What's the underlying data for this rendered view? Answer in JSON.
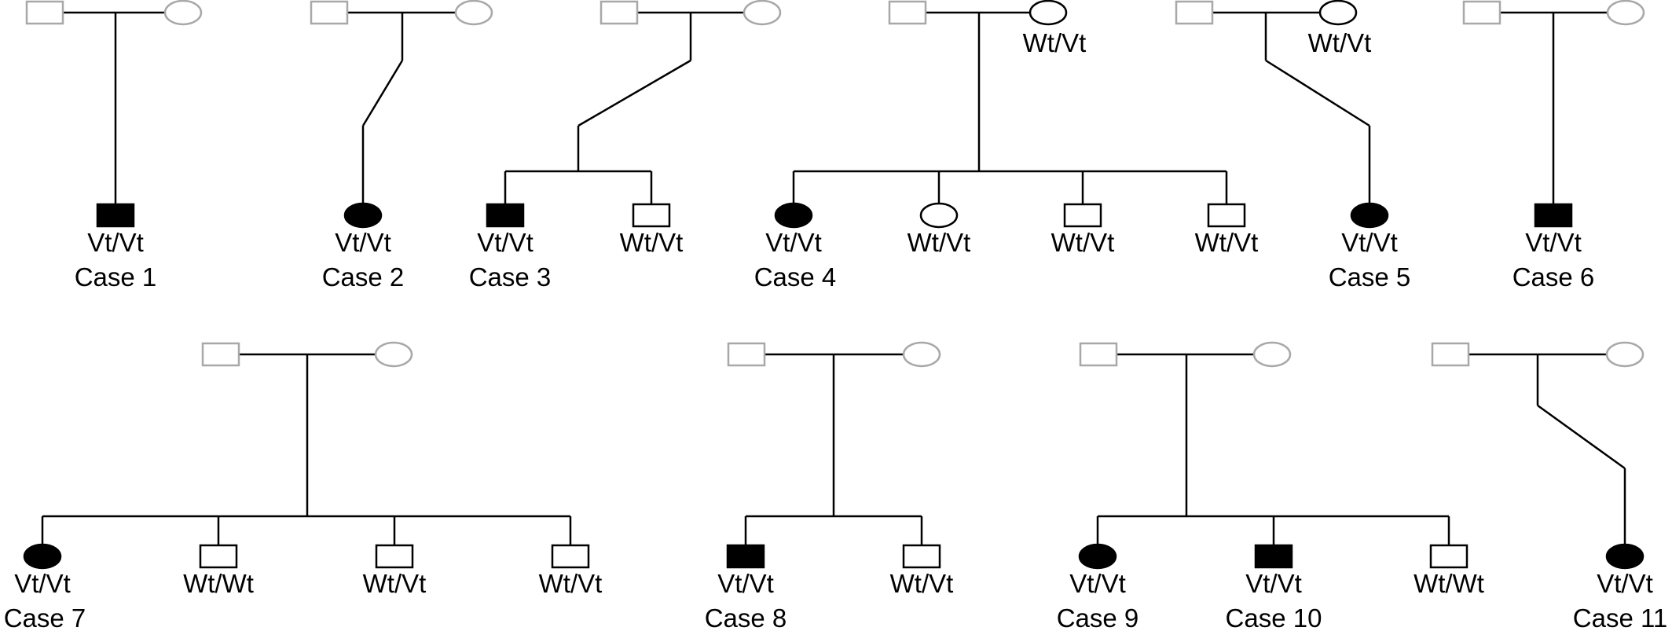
{
  "colors": {
    "affected": "#000000",
    "unaffected": "#ffffff",
    "founder_outline": "#a8a8a8",
    "line": "#000000"
  },
  "legend_note": "filled symbol = affected; grey outline = untested parent",
  "families": [
    {
      "case": "Case 1",
      "mother_genotype": "",
      "children": [
        {
          "sex": "male",
          "affected": true,
          "genotype": "Vt/Vt",
          "proband": true
        }
      ]
    },
    {
      "case": "Case 2",
      "mother_genotype": "",
      "children": [
        {
          "sex": "female",
          "affected": true,
          "genotype": "Vt/Vt",
          "proband": true
        }
      ]
    },
    {
      "case": "Case 3",
      "mother_genotype": "",
      "children": [
        {
          "sex": "male",
          "affected": true,
          "genotype": "Vt/Vt",
          "proband": true
        },
        {
          "sex": "male",
          "affected": false,
          "genotype": "Wt/Vt"
        }
      ]
    },
    {
      "case": "Case 4",
      "mother_genotype": "Wt/Vt",
      "children": [
        {
          "sex": "female",
          "affected": true,
          "genotype": "Vt/Vt",
          "proband": true
        },
        {
          "sex": "female",
          "affected": false,
          "genotype": "Wt/Vt"
        },
        {
          "sex": "male",
          "affected": false,
          "genotype": "Wt/Vt"
        },
        {
          "sex": "male",
          "affected": false,
          "genotype": "Wt/Vt"
        }
      ]
    },
    {
      "case": "Case 5",
      "mother_genotype": "Wt/Vt",
      "children": [
        {
          "sex": "female",
          "affected": true,
          "genotype": "Vt/Vt",
          "proband": true
        }
      ]
    },
    {
      "case": "Case 6",
      "mother_genotype": "",
      "children": [
        {
          "sex": "male",
          "affected": true,
          "genotype": "Vt/Vt",
          "proband": true
        }
      ]
    },
    {
      "case": "Case 7",
      "mother_genotype": "",
      "children": [
        {
          "sex": "female",
          "affected": true,
          "genotype": "Vt/Vt",
          "proband": true
        },
        {
          "sex": "male",
          "affected": false,
          "genotype": "Wt/Wt"
        },
        {
          "sex": "male",
          "affected": false,
          "genotype": "Wt/Vt"
        },
        {
          "sex": "male",
          "affected": false,
          "genotype": "Wt/Vt"
        }
      ]
    },
    {
      "case": "Case 8",
      "mother_genotype": "",
      "children": [
        {
          "sex": "male",
          "affected": true,
          "genotype": "Vt/Vt",
          "proband": true
        },
        {
          "sex": "male",
          "affected": false,
          "genotype": "Wt/Vt"
        }
      ]
    },
    {
      "case": "Case 9",
      "case_below_child": 0,
      "mother_genotype": "",
      "children": [
        {
          "sex": "female",
          "affected": true,
          "genotype": "Vt/Vt",
          "proband": true
        },
        {
          "sex": "male",
          "affected": true,
          "genotype": "Vt/Vt",
          "case_label": "Case 10"
        },
        {
          "sex": "male",
          "affected": false,
          "genotype": "Wt/Wt"
        }
      ]
    },
    {
      "case": "Case 11",
      "mother_genotype": "",
      "children": [
        {
          "sex": "female",
          "affected": true,
          "genotype": "Vt/Vt",
          "proband": true
        }
      ]
    }
  ]
}
